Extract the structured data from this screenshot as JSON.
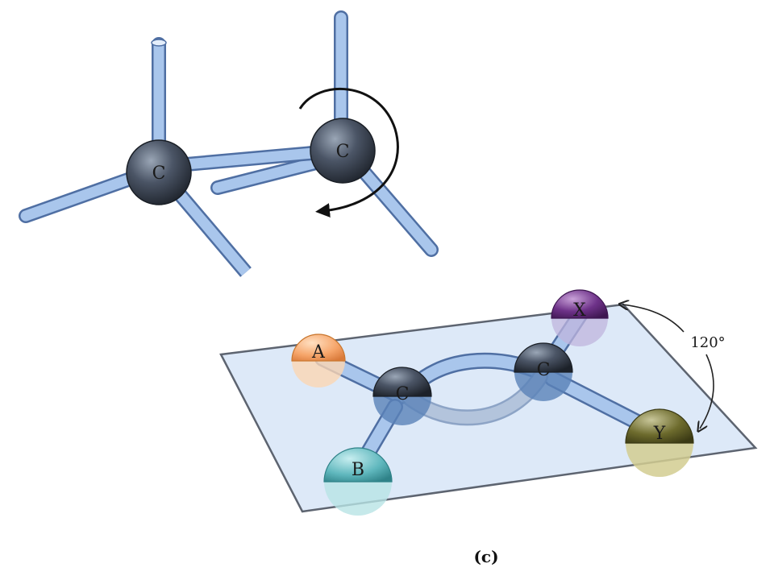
{
  "top_model": {
    "atom_left_label": "C",
    "atom_right_label": "C"
  },
  "plane_model": {
    "atom_c1_label": "C",
    "atom_c2_label": "C",
    "atom_a_label": "A",
    "atom_b_label": "B",
    "atom_x_label": "X",
    "atom_y_label": "Y",
    "angle_label": "120°"
  },
  "panel_label": "(c)",
  "colors": {
    "bond_fill": "#a9c6ec",
    "bond_edge": "#4f6fa3",
    "carbon": "#3b4350",
    "plane": "#dde9f8",
    "atom_a": "#f5a46a",
    "atom_b": "#5fb7bd",
    "atom_x": "#6b2f86",
    "atom_y": "#6b6a2c"
  }
}
